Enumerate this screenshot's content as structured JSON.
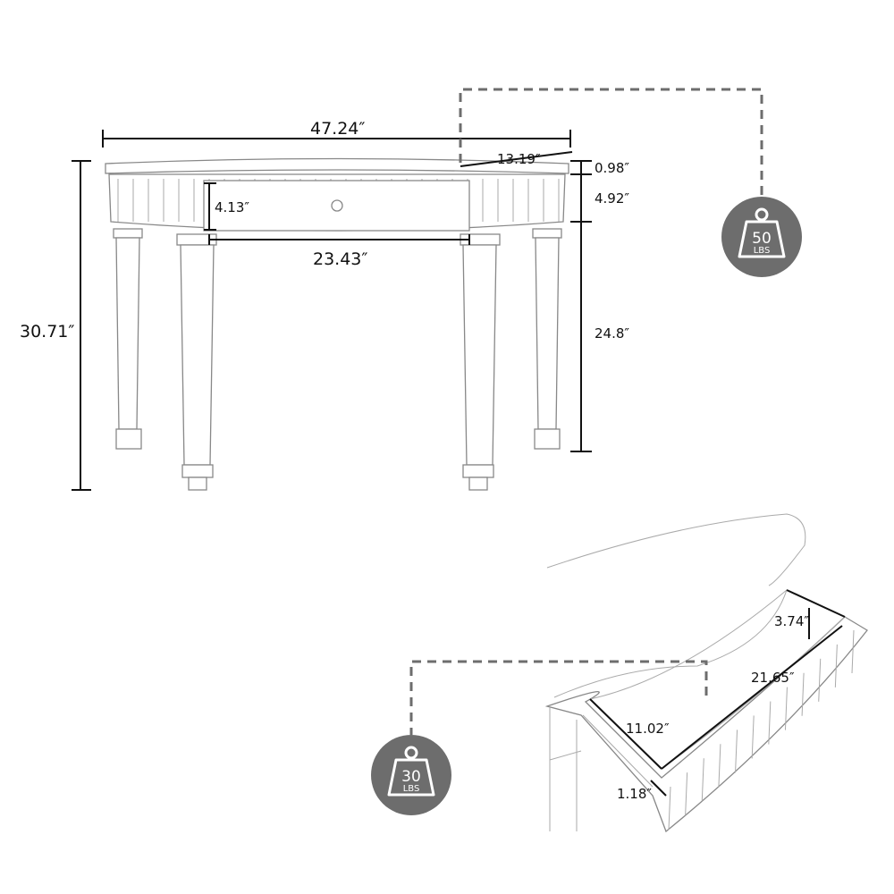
{
  "front_view": {
    "width": "47.24″",
    "depth": "13.19″",
    "top_thickness": "0.98″",
    "apron_height": "4.92″",
    "leg_clearance": "24.8″",
    "total_height": "30.71″",
    "drawer_front_height": "4.13″",
    "leg_spacing": "23.43″"
  },
  "tabletop_weight": {
    "value": "50",
    "unit": "LBS",
    "icon": "weight-icon",
    "color": "#6d6d6d"
  },
  "drawer_view": {
    "drawer_depth": "3.74″",
    "drawer_length": "21.65″",
    "drawer_width": "11.02″",
    "drawer_side": "1.18″"
  },
  "drawer_weight": {
    "value": "30",
    "unit": "LBS",
    "icon": "weight-icon",
    "color": "#6d6d6d"
  }
}
